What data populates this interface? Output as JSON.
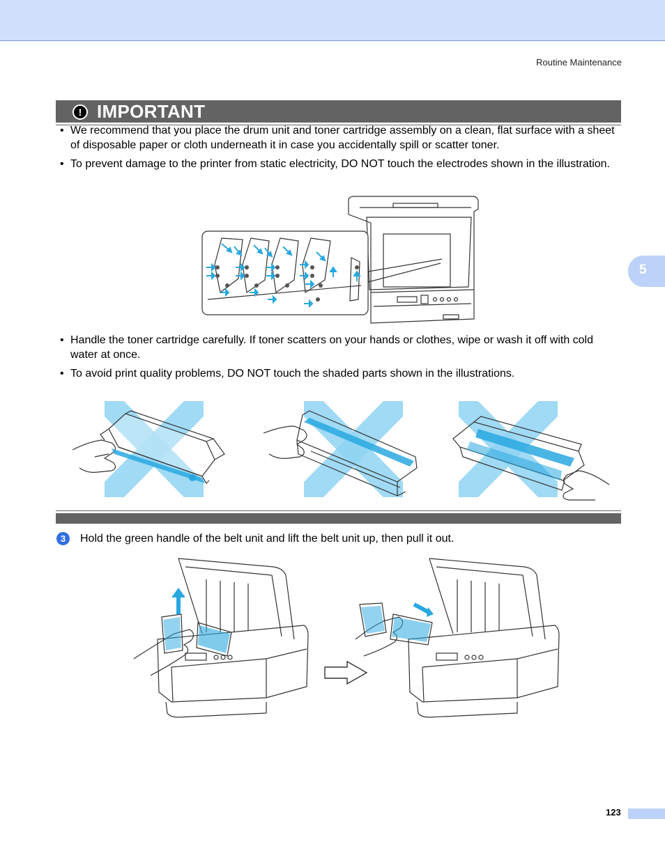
{
  "header": {
    "section": "Routine Maintenance",
    "chapter": "5"
  },
  "important": {
    "icon": "exclamation-icon",
    "title": "IMPORTANT",
    "bullets": [
      "We recommend that you place the drum unit and toner cartridge assembly on a clean, flat surface with a sheet of disposable paper or cloth underneath it in case you accidentally spill or scatter toner.",
      "To prevent damage to the printer from static electricity, DO NOT touch the electrodes shown in the illustration.",
      "Handle the toner cartridge carefully. If toner scatters on your hands or clothes, wipe or wash it off with cold water at once.",
      "To avoid print quality problems, DO NOT touch the shaded parts shown in the illustrations."
    ],
    "bullet_char": "•"
  },
  "step": {
    "number": "3",
    "text": "Hold the green handle of the belt unit and lift the belt unit up, then pull it out."
  },
  "footer": {
    "page": "123"
  },
  "colors": {
    "accent": "#29a8e0",
    "banner": "#636363",
    "header_band": "#cfe0fc",
    "tab": "#bcd2f9"
  }
}
